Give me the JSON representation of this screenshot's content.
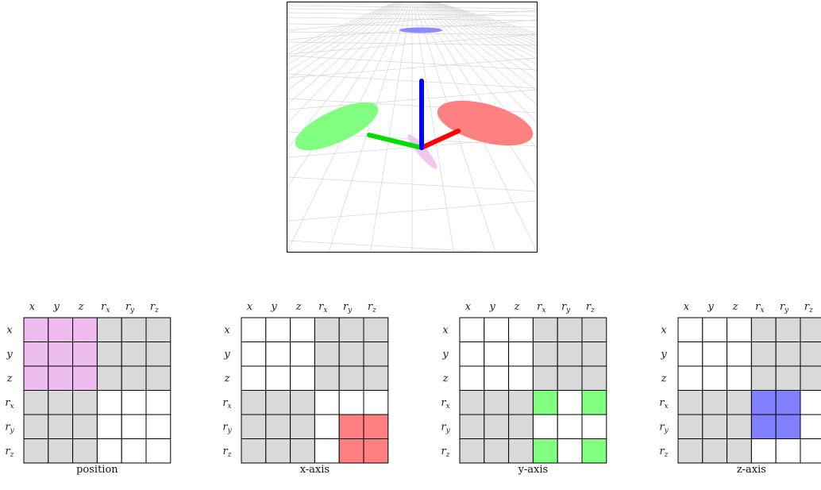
{
  "colors": {
    "x_axis": "#ff0000",
    "y_axis": "#00dd00",
    "z_axis": "#0000ff",
    "x_ellipse": "#ff8080",
    "y_ellipse": "#80ff80",
    "z_ellipse": "#8080ff",
    "pos_ellipse": "#eebcee",
    "gray": "#d9d9d9",
    "white": "#ffffff"
  },
  "row_labels": [
    {
      "base": "x",
      "sub": ""
    },
    {
      "base": "y",
      "sub": ""
    },
    {
      "base": "z",
      "sub": ""
    },
    {
      "base": "r",
      "sub": "x"
    },
    {
      "base": "r",
      "sub": "y"
    },
    {
      "base": "r",
      "sub": "z"
    }
  ],
  "matrices": [
    {
      "caption": "position",
      "cells": [
        [
          "P",
          "P",
          "P",
          "G",
          "G",
          "G"
        ],
        [
          "P",
          "P",
          "P",
          "G",
          "G",
          "G"
        ],
        [
          "P",
          "P",
          "P",
          "G",
          "G",
          "G"
        ],
        [
          "G",
          "G",
          "G",
          "W",
          "W",
          "W"
        ],
        [
          "G",
          "G",
          "G",
          "W",
          "W",
          "W"
        ],
        [
          "G",
          "G",
          "G",
          "W",
          "W",
          "W"
        ]
      ]
    },
    {
      "caption": "x-axis",
      "cells": [
        [
          "W",
          "W",
          "W",
          "G",
          "G",
          "G"
        ],
        [
          "W",
          "W",
          "W",
          "G",
          "G",
          "G"
        ],
        [
          "W",
          "W",
          "W",
          "G",
          "G",
          "G"
        ],
        [
          "G",
          "G",
          "G",
          "W",
          "W",
          "W"
        ],
        [
          "G",
          "G",
          "G",
          "W",
          "R",
          "R"
        ],
        [
          "G",
          "G",
          "G",
          "W",
          "R",
          "R"
        ]
      ]
    },
    {
      "caption": "y-axis",
      "cells": [
        [
          "W",
          "W",
          "W",
          "G",
          "G",
          "G"
        ],
        [
          "W",
          "W",
          "W",
          "G",
          "G",
          "G"
        ],
        [
          "W",
          "W",
          "W",
          "G",
          "G",
          "G"
        ],
        [
          "G",
          "G",
          "G",
          "N",
          "W",
          "N"
        ],
        [
          "G",
          "G",
          "G",
          "W",
          "W",
          "W"
        ],
        [
          "G",
          "G",
          "G",
          "N",
          "W",
          "N"
        ]
      ]
    },
    {
      "caption": "z-axis",
      "cells": [
        [
          "W",
          "W",
          "W",
          "G",
          "G",
          "G"
        ],
        [
          "W",
          "W",
          "W",
          "G",
          "G",
          "G"
        ],
        [
          "W",
          "W",
          "W",
          "G",
          "G",
          "G"
        ],
        [
          "G",
          "G",
          "G",
          "B",
          "B",
          "W"
        ],
        [
          "G",
          "G",
          "G",
          "B",
          "B",
          "W"
        ],
        [
          "G",
          "G",
          "G",
          "W",
          "W",
          "W"
        ]
      ]
    }
  ]
}
